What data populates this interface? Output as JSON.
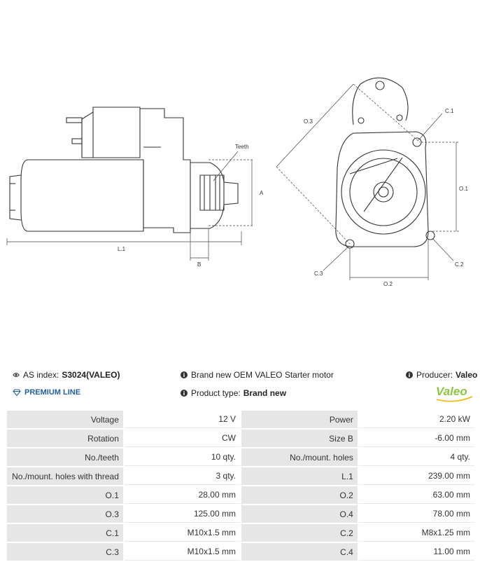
{
  "header": {
    "as_index_label": "AS index:",
    "as_index_value": "S3024(VALEO)",
    "description": "Brand new OEM VALEO Starter motor",
    "producer_label": "Producer:",
    "producer_value": "Valeo",
    "premium_line": "PREMIUM LINE",
    "product_type_label": "Product type:",
    "product_type_value": "Brand new",
    "logo_text": "Valeo"
  },
  "drawing_labels": {
    "teeth": "Teeth",
    "a": "A",
    "b": "B",
    "l1": "L.1",
    "o1": "O.1",
    "o2": "O.2",
    "o3": "O.3",
    "c1": "C.1",
    "c2": "C.2",
    "c3": "C.3"
  },
  "specs": [
    {
      "l1": "Voltage",
      "v1": "12 V",
      "l2": "Power",
      "v2": "2.20 kW"
    },
    {
      "l1": "Rotation",
      "v1": "CW",
      "l2": "Size B",
      "v2": "-6.00 mm"
    },
    {
      "l1": "No./teeth",
      "v1": "10 qty.",
      "l2": "No./mount. holes",
      "v2": "4 qty."
    },
    {
      "l1": "No./mount. holes with thread",
      "v1": "3 qty.",
      "l2": "L.1",
      "v2": "239.00 mm"
    },
    {
      "l1": "O.1",
      "v1": "28.00 mm",
      "l2": "O.2",
      "v2": "63.00 mm"
    },
    {
      "l1": "O.3",
      "v1": "125.00 mm",
      "l2": "O.4",
      "v2": "78.00 mm"
    },
    {
      "l1": "C.1",
      "v1": "M10x1.5 mm",
      "l2": "C.2",
      "v2": "M8x1.25 mm"
    },
    {
      "l1": "C.3",
      "v1": "M10x1.5 mm",
      "l2": "C.4",
      "v2": "11.00 mm"
    }
  ],
  "colors": {
    "accent": "#1f5fa8",
    "logo_green": "#8cc63f",
    "label_bg": "#e6e6e6"
  }
}
